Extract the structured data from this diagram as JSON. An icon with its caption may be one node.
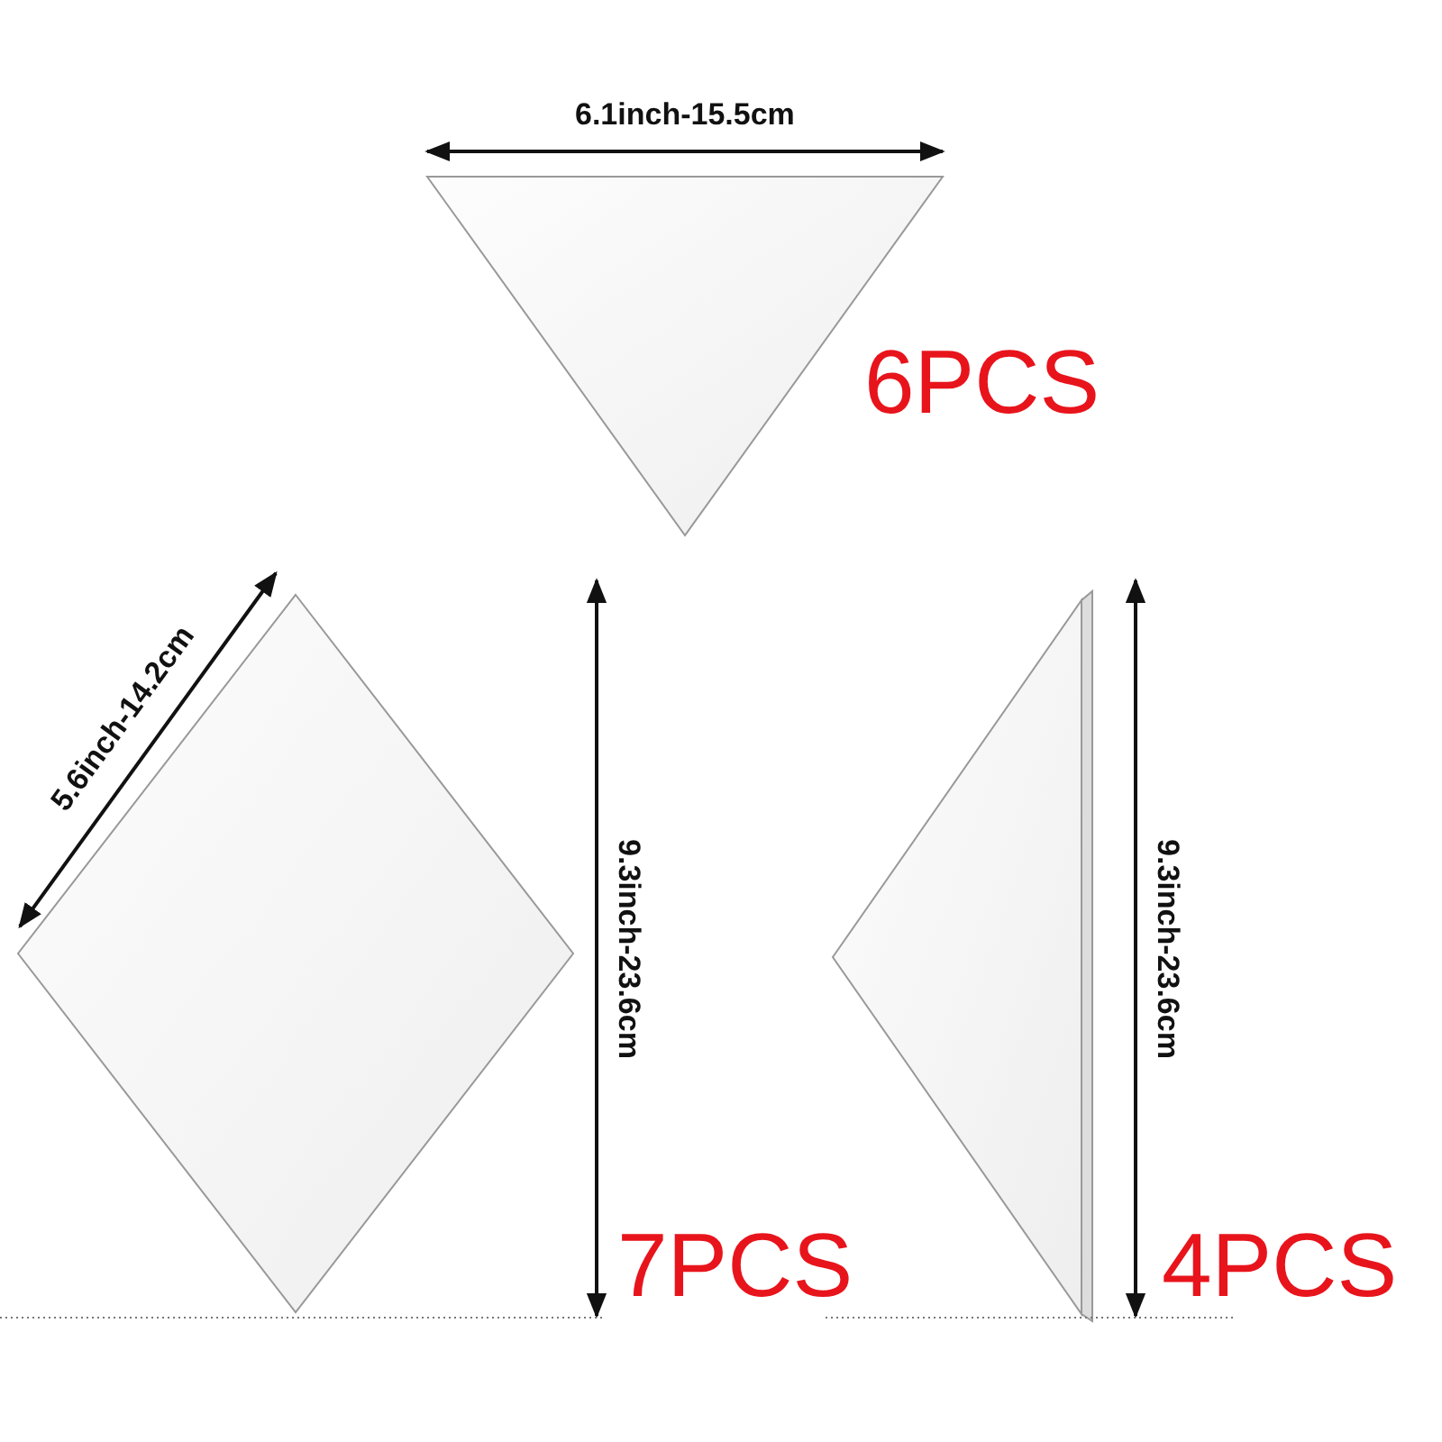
{
  "diagram": {
    "nodes": [
      {
        "text": [],
        "shape": "triangle"
      },
      {
        "text": [],
        "shape": "diamond"
      },
      {
        "text": [],
        "shape": "triangle"
      }
    ],
    "labels": [
      "6.1inch-15.5cm",
      "6PCS",
      "5.6inch-14.2cm",
      "9.3inch-23.6cm",
      "7PCS",
      "9.3inch-23.6cm",
      "4PCS"
    ]
  }
}
